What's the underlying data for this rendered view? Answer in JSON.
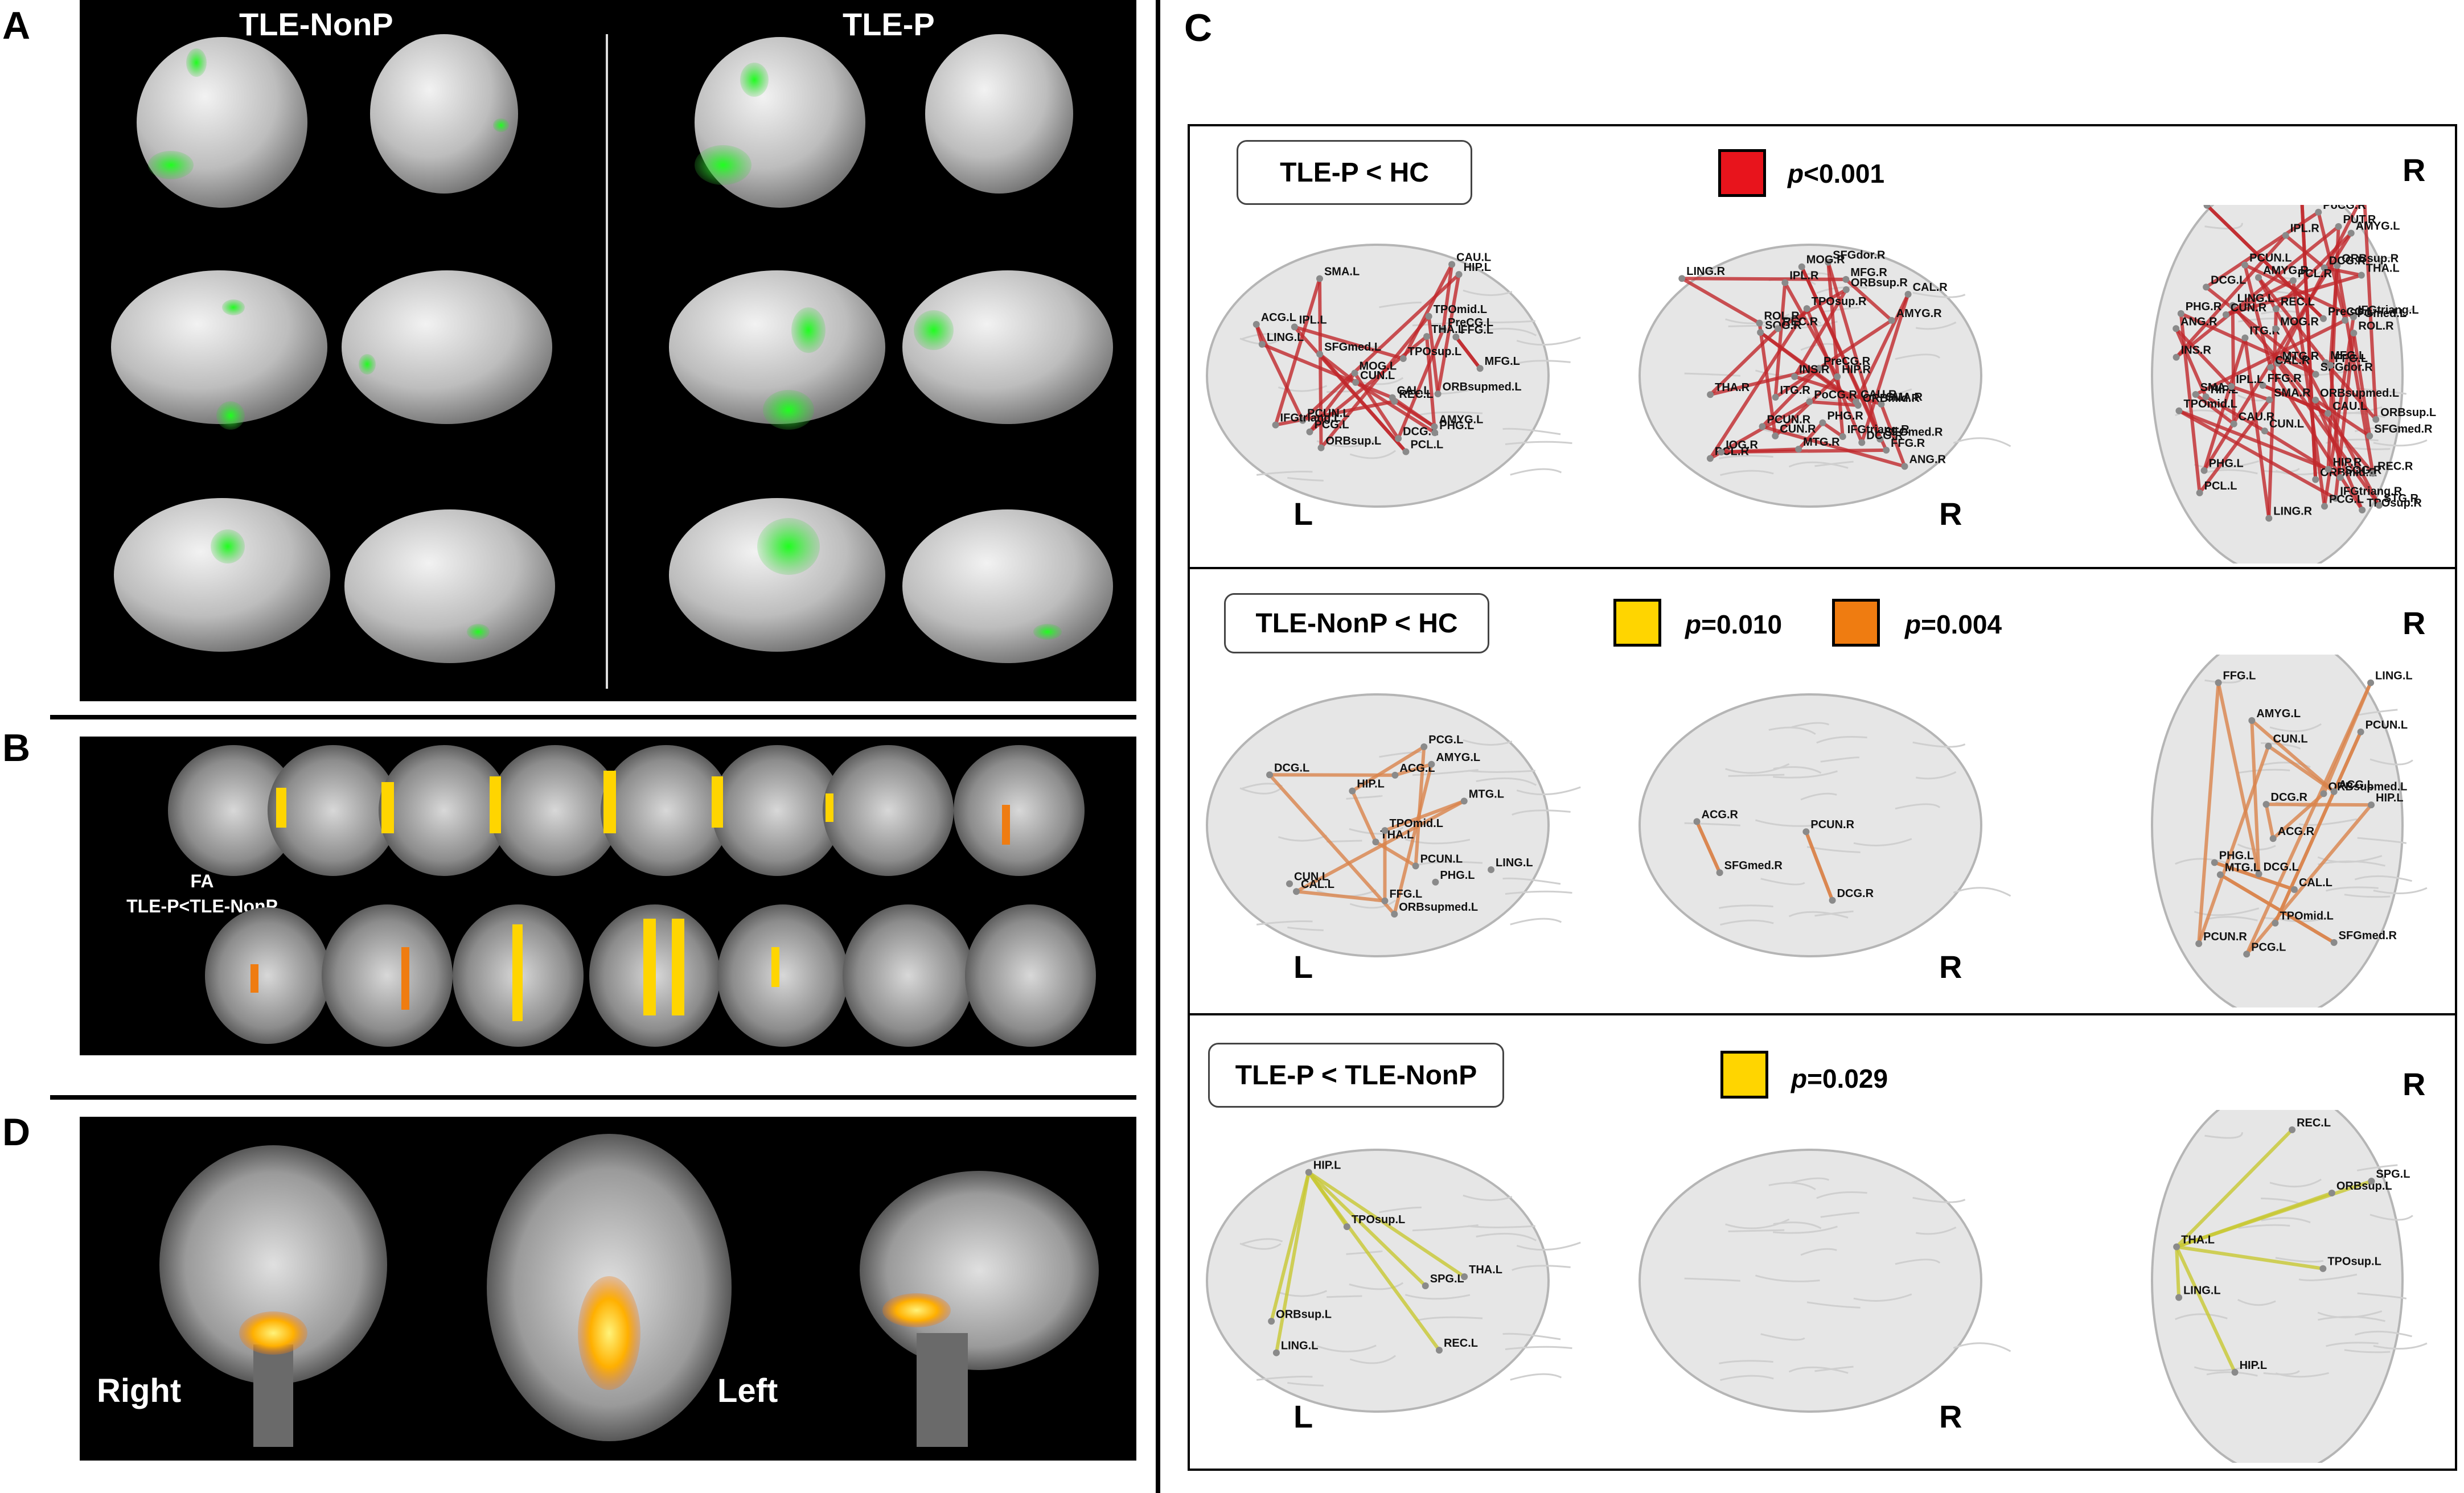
{
  "panels": {
    "A": {
      "letter": "A",
      "col_left": "TLE-NonP",
      "col_right": "TLE-P"
    },
    "B": {
      "letter": "B",
      "caption_line1": "FA",
      "caption_line2": "TLE-P<TLE-NonP"
    },
    "C": {
      "letter": "C",
      "rows": [
        {
          "label": "TLE-P < HC",
          "pvals": [
            {
              "text": "p<0.001",
              "color": "#e8141c"
            }
          ],
          "side_L": "L",
          "side_R": "R",
          "side_R2": "R",
          "left_nodes": [
            "PCL.L",
            "SMA.L",
            "PCUN.L",
            "IPL.L",
            "PreCG.L",
            "DCG.L",
            "MFG.L",
            "SFGmed.L",
            "CUN.L",
            "PCG.L",
            "IFGtriang.L",
            "ACG.L",
            "MOG.L",
            "CAL.L",
            "THA.L",
            "CAU.L",
            "LING.L",
            "HIP.L",
            "ORBsupmed.L",
            "FFG.L",
            "AMYG.L",
            "REC.L",
            "ORBsup.L",
            "PHG.L",
            "TPOsup.L",
            "TPOmid.L"
          ],
          "right_nodes": [
            "PCL.R",
            "SMA.R",
            "PreCG.R",
            "PoCG.R",
            "IPL.R",
            "SFGdor.R",
            "SFGmed.R",
            "MFG.R",
            "DCG.R",
            "PCUN.R",
            "ANG.R",
            "SOG.R",
            "CUN.R",
            "MOG.R",
            "IFGtriang.R",
            "ROL.R",
            "CAU.R",
            "THA.R",
            "INS.R",
            "CAL.R",
            "LING.R",
            "IOG.R",
            "MTG.R",
            "HIP.R",
            "ORBmid.R",
            "ORBsup.R",
            "REC.R",
            "TPOsup.R",
            "AMYG.R",
            "PHG.R",
            "FFG.R",
            "ITG.R"
          ],
          "top_nodes": [
            "ORBsupmed.L",
            "ORBsup.L",
            "SFGmed.L",
            "SFGmed.R",
            "ORBmid.R",
            "ORBsup.R",
            "IFGtriang.L",
            "REC.L",
            "REC.R",
            "IFGtriang.R",
            "MFG.L",
            "SFGdor.R",
            "TPOmid.L",
            "CAU.L",
            "CAU.R",
            "TPOsup.R",
            "AMYG.L",
            "SMA.L",
            "PUT.R",
            "AMYG.R",
            "SMA.R",
            "INS.R",
            "PreCG.L",
            "PoCG.R",
            "ROL.R",
            "PHG.L",
            "DCG.L",
            "DCG.R",
            "STG.R",
            "HIP.L",
            "THA.L",
            "THA.R",
            "PHG.R",
            "HIP.R",
            "ITG.R",
            "PCL.L",
            "PCL.R",
            "MTG.R",
            "FFG.L",
            "PCG.L",
            "FFG.R",
            "IPL.L",
            "IPL.R",
            "LING.R",
            "ANG.R",
            "PCUN.L",
            "PCUN.R",
            "LING.L",
            "CAL.R",
            "MOG.L",
            "CUN.L",
            "CUN.R",
            "MOG.R",
            "SOG.R"
          ]
        },
        {
          "label": "TLE-NonP < HC",
          "pvals": [
            {
              "text": "p=0.010",
              "color": "#ffd500"
            },
            {
              "text": "p=0.004",
              "color": "#ef7c11"
            }
          ],
          "side_L": "L",
          "side_R": "R",
          "side_R2": "R",
          "left_nodes": [
            "PCUN.L",
            "DCG.L",
            "CUN.L",
            "PCG.L",
            "ACG.L",
            "CAL.L",
            "THA.L",
            "LING.L",
            "MTG.L",
            "HIP.L",
            "ORBsupmed.L",
            "FFG.L",
            "PHG.L",
            "AMYG.L",
            "TPOmid.L"
          ],
          "right_nodes": [
            "SFGmed.R",
            "DCG.R",
            "PCUN.R",
            "ACG.R"
          ],
          "top_nodes": [
            "ORBsupmed.L",
            "SFGmed.R",
            "ACG.L",
            "ACG.R",
            "TPOmid.L",
            "AMYG.L",
            "DCG.R",
            "PHG.L",
            "DCG.L",
            "HIP.L",
            "MTG.L",
            "FFG.L",
            "PCG.L",
            "PCUN.L",
            "PCUN.R",
            "LING.L",
            "CAL.L",
            "CUN.L"
          ]
        },
        {
          "label": "TLE-P < TLE-NonP",
          "pvals": [
            {
              "text": "p=0.029",
              "color": "#ffd500"
            }
          ],
          "side_L": "L",
          "side_R": "R",
          "side_R2": "R",
          "left_nodes": [
            "SPG.L",
            "THA.L",
            "LING.L",
            "HIP.L",
            "TPOsup.L",
            "REC.L",
            "ORBsup.L"
          ],
          "right_nodes": [],
          "top_nodes": [
            "ORBsup.L",
            "REC.L",
            "TPOsup.L",
            "THA.L",
            "HIP.L",
            "SPG.L",
            "LING.L"
          ]
        }
      ]
    },
    "D": {
      "letter": "D",
      "right_label": "Right",
      "left_label": "Left"
    }
  },
  "colors": {
    "highlight_green": "#3bd13b",
    "highlight_yellow": "#ffd500",
    "highlight_orange": "#ef7c11",
    "edge_red": "#c0282c",
    "edge_orange": "#d9834b",
    "edge_yellow": "#c8c832"
  }
}
